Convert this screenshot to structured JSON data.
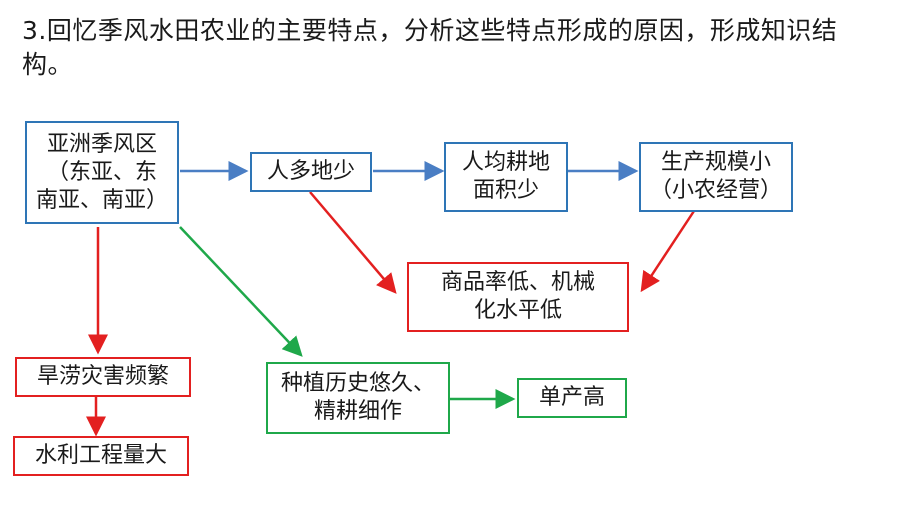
{
  "title": "3.回忆季风水田农业的主要特点，分析这些特点形成的原因，形成知识结构。",
  "colors": {
    "blue": "#4a7ec4",
    "red": "#e32020",
    "green": "#1fa84a"
  },
  "nodes": {
    "asia": "亚洲季风区\n（东亚、东\n南亚、南亚）",
    "people": "人多地少",
    "percapita": "人均耕地\n面积少",
    "scale": "生产规模小\n（小农经营）",
    "commodity": "商品率低、机械\n化水平低",
    "disaster": "旱涝灾害频繁",
    "water": "水利工程量大",
    "history": "种植历史悠久、\n精耕细作",
    "yield": "单产高"
  }
}
